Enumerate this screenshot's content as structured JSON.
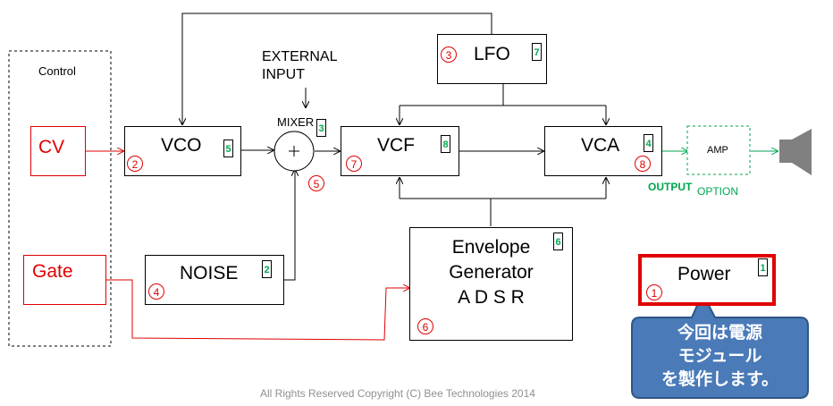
{
  "control": {
    "title": "Control",
    "cv": "CV",
    "gate": "Gate"
  },
  "modules": {
    "vco": {
      "label": "VCO",
      "badge": "5",
      "num": "2"
    },
    "mixer": {
      "label": "MIXER",
      "badge": "3",
      "num": "5"
    },
    "external_input": {
      "line1": "EXTERNAL",
      "line2": "INPUT"
    },
    "lfo": {
      "label": "LFO",
      "badge": "7",
      "num": "3"
    },
    "vcf": {
      "label": "VCF",
      "badge": "8",
      "num": "7"
    },
    "vca": {
      "label": "VCA",
      "badge": "4",
      "num": "8"
    },
    "noise": {
      "label": "NOISE",
      "badge": "2",
      "num": "4"
    },
    "envelope": {
      "line1": "Envelope",
      "line2": "Generator",
      "line3": "A D S R",
      "badge": "6",
      "num": "6"
    },
    "power": {
      "label": "Power",
      "badge": "1",
      "num": "1"
    },
    "amp": {
      "label": "AMP",
      "option": "OPTION"
    },
    "output": "OUTPUT"
  },
  "callout": {
    "line1": "今回は電源",
    "line2": "モジュール",
    "line3": "を製作します。"
  },
  "footer": "All Rights Reserved Copyright (C) Bee Technologies 2014",
  "colors": {
    "signal_red": "#e00000",
    "green": "#00a650",
    "callout_fill": "#4a7ab8",
    "callout_border": "#2f5587",
    "speaker": "#808080"
  }
}
